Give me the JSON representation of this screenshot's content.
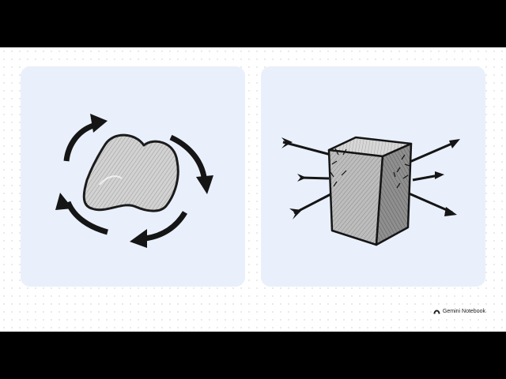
{
  "slide": {
    "background": "#ffffff",
    "panel_color": "#e9f0fb"
  },
  "panels": [
    {
      "illustration": "blob-with-circular-arrows"
    },
    {
      "illustration": "cube-pierced-by-arrows"
    }
  ],
  "brand": {
    "text": "Gemini Notebook",
    "icon": "notebook-logo-icon"
  }
}
